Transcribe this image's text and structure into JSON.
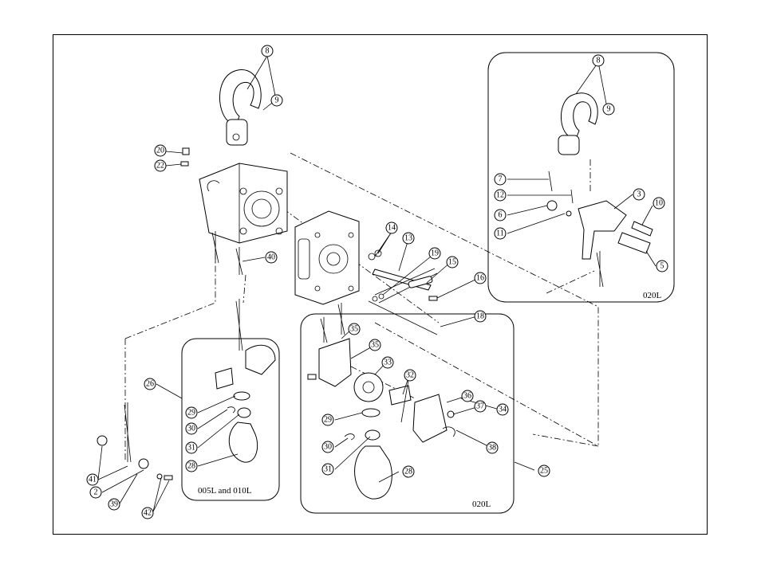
{
  "labels": {
    "inset_top_right": "020L",
    "inset_small_hook": "005L and 010L",
    "inset_large_hook": "020L"
  },
  "callouts": [
    "8",
    "9",
    "20",
    "22",
    "40",
    "14",
    "13",
    "19",
    "15",
    "16",
    "18",
    "35",
    "33",
    "32",
    "36",
    "37",
    "34",
    "38",
    "29",
    "30",
    "31",
    "28",
    "26",
    "41",
    "2",
    "39",
    "42",
    "7",
    "12",
    "6",
    "11",
    "3",
    "10",
    "5",
    "25"
  ]
}
